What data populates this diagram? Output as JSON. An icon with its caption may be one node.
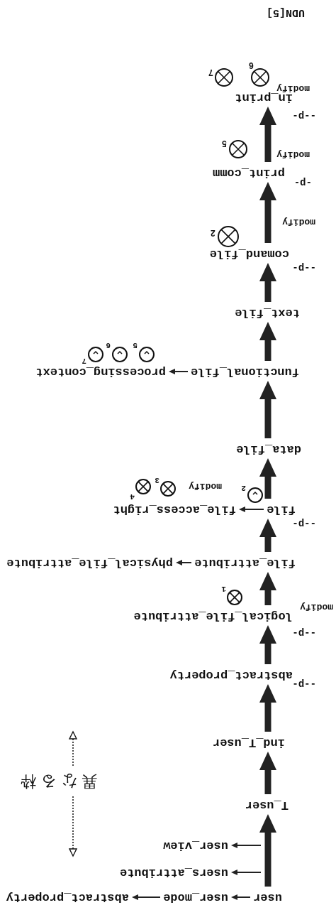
{
  "diagram": {
    "caption": "UDN[5]",
    "nodes": [
      {
        "text": [
          "user"
        ]
      },
      {
        "text": [
          "user_mode"
        ]
      },
      {
        "text": [
          "abstract_property"
        ]
      },
      {
        "text": [
          "users_attribute"
        ]
      },
      {
        "text": [
          "user_view"
        ]
      },
      {
        "text": [
          "T_user"
        ]
      },
      {
        "text": [
          "ind_T_user"
        ]
      },
      {
        "text": [
          "abstract_property"
        ]
      },
      {
        "text": [
          "logical_file_attribute"
        ]
      },
      {
        "text": [
          "file_attribute"
        ]
      },
      {
        "text": [
          "physical_file_attribute"
        ]
      },
      {
        "text": [
          "file"
        ]
      },
      {
        "text": [
          "file_access_right"
        ]
      },
      {
        "text": [
          "data_file"
        ]
      },
      {
        "text": [
          "functional_file"
        ]
      },
      {
        "text": [
          "processing_context"
        ]
      },
      {
        "text": [
          "text_file"
        ]
      },
      {
        "text": [
          "comand_file"
        ]
      },
      {
        "text": [
          "print_comm"
        ]
      },
      {
        "text": [
          "in_print"
        ]
      }
    ],
    "edges": [
      {
        "from": 0,
        "to": 1,
        "arrow": "to"
      },
      {
        "from": 1,
        "to": 2,
        "arrow": "to"
      },
      {
        "from": null,
        "to": 3,
        "arrow": "to"
      },
      {
        "from": null,
        "to": 4,
        "arrow": "to"
      },
      {
        "from": 0,
        "to": 5,
        "arrow": "to"
      },
      {
        "from": 5,
        "to": 6,
        "arrow": "to"
      },
      {
        "from": 6,
        "to": 7,
        "arrow": "to",
        "label": "--p-"
      },
      {
        "from": 7,
        "to": 8,
        "arrow": "to",
        "label": "--p-"
      },
      {
        "from": 8,
        "to": 9,
        "arrow": "to"
      },
      {
        "from": 9,
        "to": 10,
        "arrow": "to"
      },
      {
        "from": 9,
        "to": 11,
        "arrow": "to",
        "label": "--p-"
      },
      {
        "from": 11,
        "to": 12,
        "arrow": "to"
      },
      {
        "from": 11,
        "to": 13,
        "arrow": "to"
      },
      {
        "from": 13,
        "to": 14,
        "arrow": "to"
      },
      {
        "from": 14,
        "to": 15,
        "arrow": "to"
      },
      {
        "from": 14,
        "to": 16,
        "arrow": "to"
      },
      {
        "from": 16,
        "to": 17,
        "arrow": "to",
        "label": "--p-"
      },
      {
        "from": 17,
        "to": 18,
        "arrow": "to",
        "label": "-p-"
      },
      {
        "from": 18,
        "to": 19,
        "arrow": "to",
        "label": "--p-"
      }
    ],
    "labels": [
      "異なる枠",
      "modify",
      "1",
      "2",
      "modify",
      "3",
      "4",
      "5",
      "6",
      "7",
      "2",
      "modify",
      "modify",
      "5",
      "modify",
      "6",
      "7"
    ]
  }
}
